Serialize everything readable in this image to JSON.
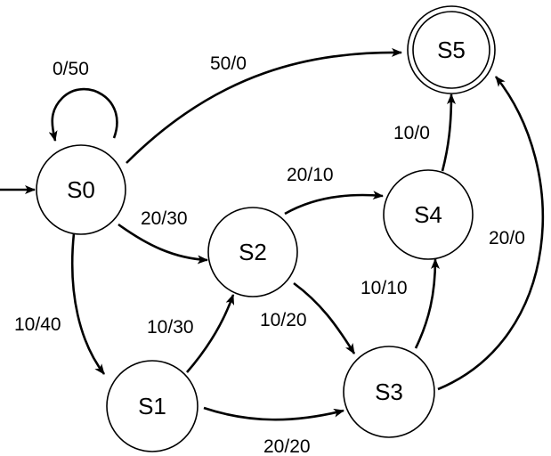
{
  "diagram": {
    "states": [
      {
        "id": "S0",
        "label": "S0",
        "initial": true,
        "accepting": false
      },
      {
        "id": "S1",
        "label": "S1",
        "initial": false,
        "accepting": false
      },
      {
        "id": "S2",
        "label": "S2",
        "initial": false,
        "accepting": false
      },
      {
        "id": "S3",
        "label": "S3",
        "initial": false,
        "accepting": false
      },
      {
        "id": "S4",
        "label": "S4",
        "initial": false,
        "accepting": false
      },
      {
        "id": "S5",
        "label": "S5",
        "initial": false,
        "accepting": true
      }
    ],
    "transitions": [
      {
        "from": "S0",
        "to": "S0",
        "label": "0/50"
      },
      {
        "from": "S0",
        "to": "S5",
        "label": "50/0"
      },
      {
        "from": "S0",
        "to": "S2",
        "label": "20/30"
      },
      {
        "from": "S0",
        "to": "S1",
        "label": "10/40"
      },
      {
        "from": "S1",
        "to": "S2",
        "label": "10/30"
      },
      {
        "from": "S1",
        "to": "S3",
        "label": "20/20"
      },
      {
        "from": "S2",
        "to": "S4",
        "label": "20/10"
      },
      {
        "from": "S2",
        "to": "S3",
        "label": "10/20"
      },
      {
        "from": "S3",
        "to": "S4",
        "label": "10/10"
      },
      {
        "from": "S3",
        "to": "S5",
        "label": "20/0"
      },
      {
        "from": "S4",
        "to": "S5",
        "label": "10/0"
      }
    ],
    "colors": {
      "stroke": "#000000",
      "fill": "#ffffff"
    }
  }
}
